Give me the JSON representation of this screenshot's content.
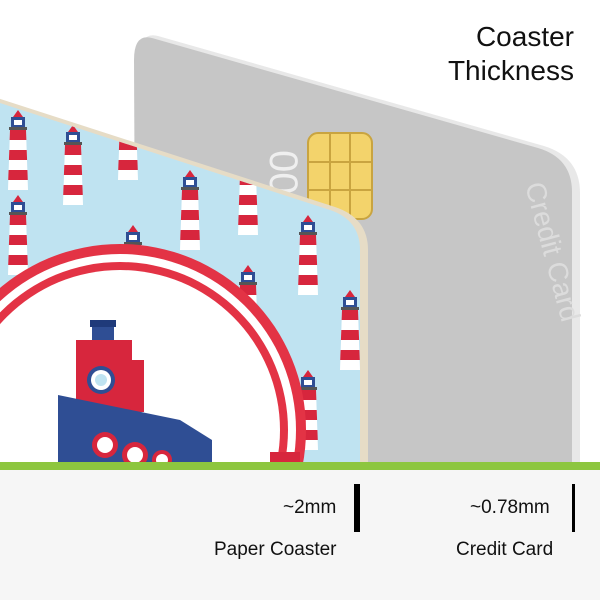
{
  "title": {
    "line1": "Coaster",
    "line2": "Thickness"
  },
  "credit_card": {
    "number_fragment": "000",
    "label": "Credit Card"
  },
  "measurements": [
    {
      "value": "~2mm",
      "label": "Paper Coaster"
    },
    {
      "value": "~0.78mm",
      "label": "Credit Card"
    }
  ],
  "colors": {
    "card_gray": "#c6c6c6",
    "coaster_sky": "#bfe3f1",
    "lighthouse_red": "#d7263d",
    "boat_blue": "#2f4e94",
    "ground_green": "#8dc63f"
  }
}
